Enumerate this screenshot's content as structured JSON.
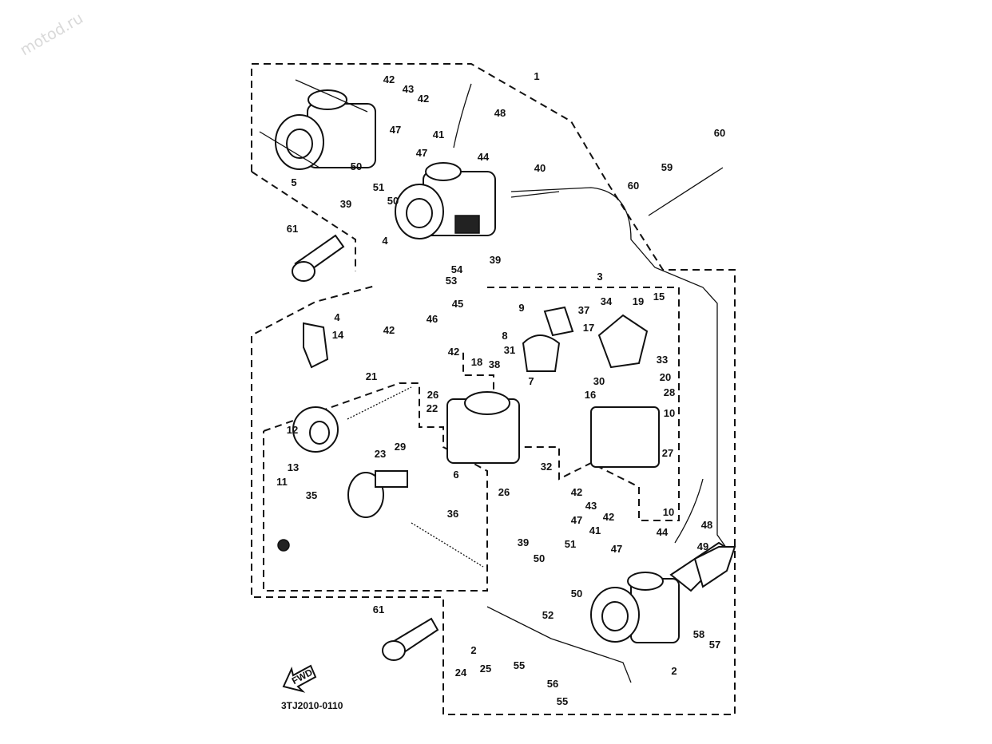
{
  "watermark": "motod.ru",
  "diagram_code": "3TJ2010-0110",
  "fwd_label": "FWD",
  "callouts": [
    "1",
    "42",
    "43",
    "42",
    "48",
    "47",
    "41",
    "47",
    "44",
    "5",
    "50",
    "51",
    "50",
    "39",
    "40",
    "60",
    "59",
    "60",
    "61",
    "4",
    "39",
    "54",
    "53",
    "3",
    "45",
    "9",
    "37",
    "34",
    "19",
    "15",
    "4",
    "14",
    "46",
    "42",
    "8",
    "17",
    "42",
    "31",
    "18",
    "38",
    "33",
    "30",
    "20",
    "28",
    "7",
    "21",
    "26",
    "16",
    "10",
    "22",
    "12",
    "13",
    "29",
    "32",
    "27",
    "23",
    "6",
    "11",
    "26",
    "42",
    "43",
    "42",
    "10",
    "35",
    "36",
    "39",
    "47",
    "41",
    "44",
    "48",
    "51",
    "50",
    "47",
    "49",
    "50",
    "52",
    "61",
    "58",
    "57",
    "2",
    "2",
    "55",
    "25",
    "24",
    "56",
    "55"
  ]
}
